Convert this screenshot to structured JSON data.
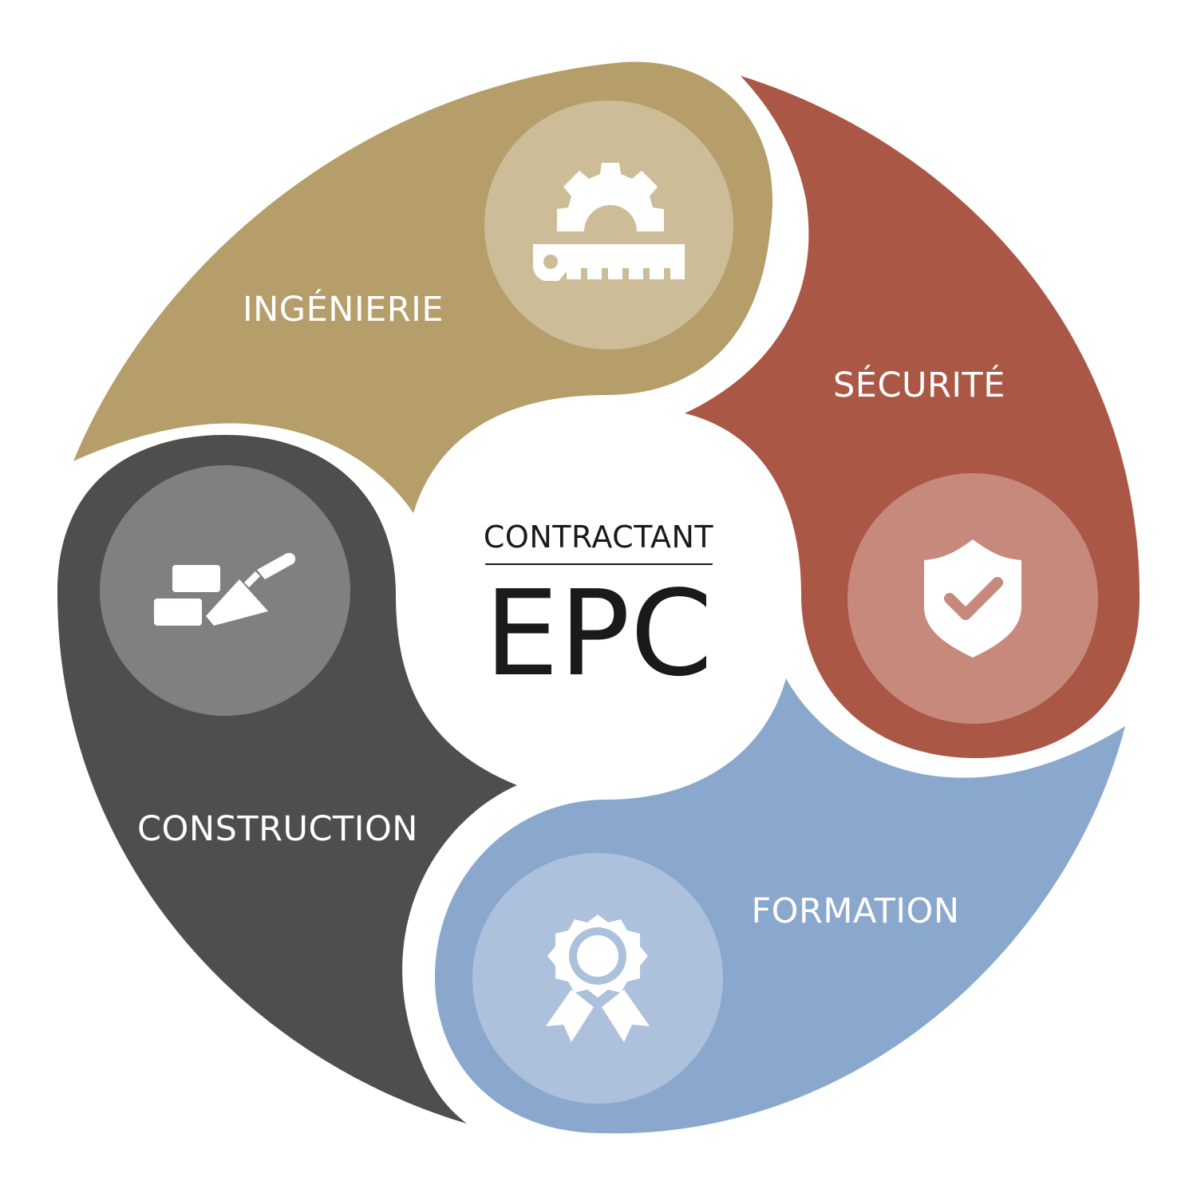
{
  "center": {
    "subtitle": "CONTRACTANT",
    "title": "EPC"
  },
  "segments": [
    {
      "label": "INGÉNIERIE",
      "icon": "gear-ruler-icon",
      "color": "#b69e6b",
      "circle_color": "#ccbd98"
    },
    {
      "label": "SÉCURITÉ",
      "icon": "shield-check-icon",
      "color": "#ab5745",
      "circle_color": "#c6897b"
    },
    {
      "label": "FORMATION",
      "icon": "award-ribbon-icon",
      "color": "#8aa8cd",
      "circle_color": "#adc1dc"
    },
    {
      "label": "CONSTRUCTION",
      "icon": "bricks-trowel-icon",
      "color": "#4f4e4c",
      "circle_color": "#81807e"
    }
  ],
  "colors": {
    "center_text": "#1a1a1a",
    "icon": "#ffffff",
    "background": "#ffffff"
  }
}
